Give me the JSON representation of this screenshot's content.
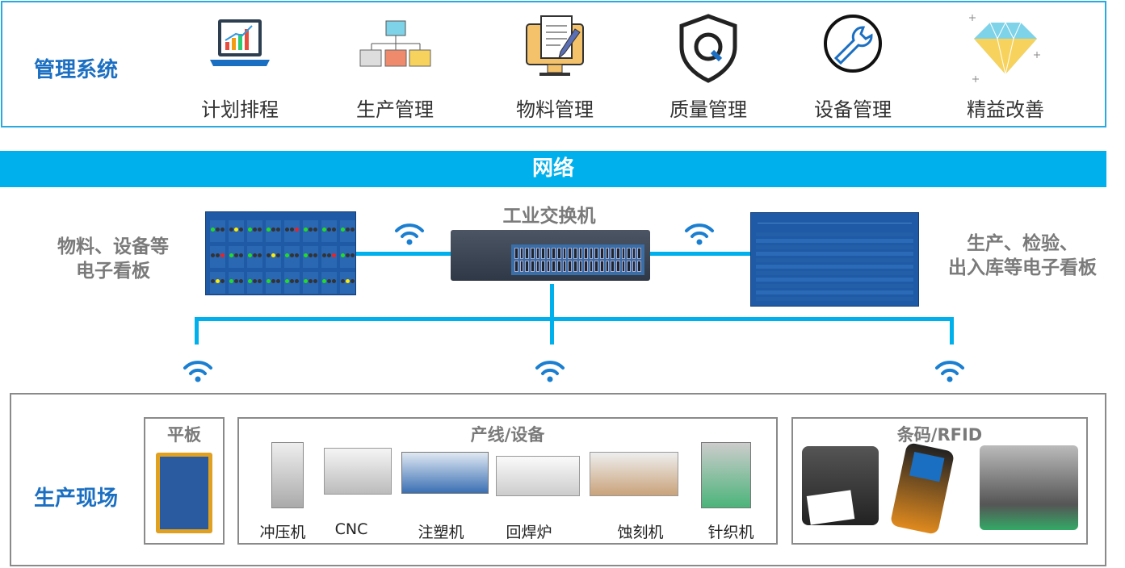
{
  "management": {
    "title": "管理系统",
    "items": [
      {
        "label": "计划排程",
        "icon": "laptop-chart-icon"
      },
      {
        "label": "生产管理",
        "icon": "org-chart-icon"
      },
      {
        "label": "物料管理",
        "icon": "document-monitor-icon"
      },
      {
        "label": "质量管理",
        "icon": "shield-q-icon"
      },
      {
        "label": "设备管理",
        "icon": "wrench-icon"
      },
      {
        "label": "精益改善",
        "icon": "diamond-icon"
      }
    ]
  },
  "network": {
    "label": "网络"
  },
  "switch": {
    "label": "工业交换机"
  },
  "left_board": {
    "label_line1": "物料、设备等",
    "label_line2": "电子看板"
  },
  "right_board": {
    "label_line1": "生产、检验、",
    "label_line2": "出入库等电子看板"
  },
  "field": {
    "title": "生产现场",
    "tablet": {
      "title": "平板"
    },
    "line": {
      "title": "产线/设备",
      "machines": [
        "冲压机",
        "CNC",
        "注塑机",
        "回焊炉",
        "蚀刻机",
        "针织机"
      ]
    },
    "barcode": {
      "title": "条码/RFID"
    }
  },
  "colors": {
    "accent": "#00b0ec",
    "title": "#1b6fc2",
    "gray": "#7a7a7a"
  }
}
